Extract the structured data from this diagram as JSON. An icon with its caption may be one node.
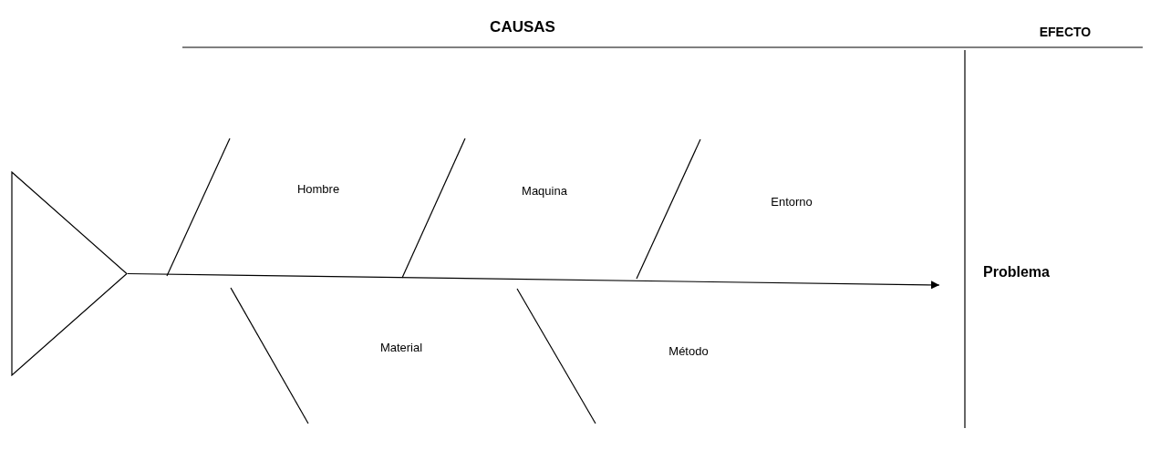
{
  "diagram": {
    "nodes": [
      {
        "text": [],
        "shape": "triangle"
      },
      {
        "text": [
          "Problema"
        ]
      }
    ],
    "edges": [
      {
        "from": 0,
        "to": 1,
        "arrow": "to"
      }
    ],
    "labels": [
      "CAUSAS",
      "EFECTO",
      "Hombre",
      "Maquina",
      "Entorno",
      "Material",
      "Método"
    ]
  }
}
